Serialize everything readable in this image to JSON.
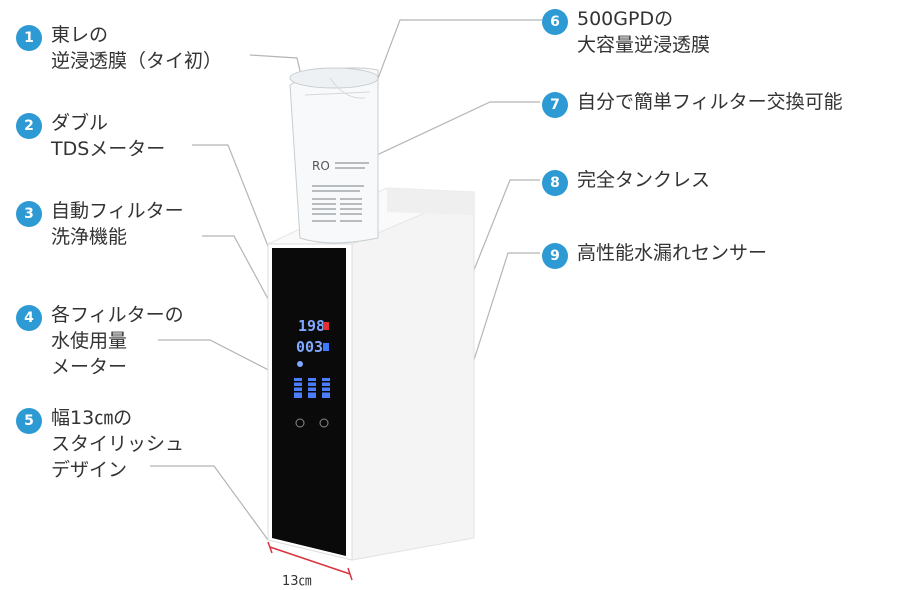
{
  "accent_color": "#2e9ad4",
  "callouts": [
    {
      "num": "1",
      "lines": [
        "東レの",
        "逆浸透膜（タイ初）"
      ]
    },
    {
      "num": "2",
      "lines": [
        "ダブル",
        "TDSメーター"
      ]
    },
    {
      "num": "3",
      "lines": [
        "自動フィルター",
        "洗浄機能"
      ]
    },
    {
      "num": "4",
      "lines": [
        "各フィルターの",
        "水使用量",
        "メーター"
      ]
    },
    {
      "num": "5",
      "lines": [
        "幅13㎝の",
        "スタイリッシュ",
        "デザイン"
      ]
    },
    {
      "num": "6",
      "lines": [
        "500GPDの",
        "大容量逆浸透膜"
      ]
    },
    {
      "num": "7",
      "lines": [
        "自分で簡単フィルター交換可能"
      ]
    },
    {
      "num": "8",
      "lines": [
        "完全タンクレス"
      ]
    },
    {
      "num": "9",
      "lines": [
        "高性能水漏れセンサー"
      ]
    }
  ],
  "display": {
    "tds_in": "198",
    "tds_out": "003"
  },
  "filter_cartridge": {
    "logo": "RO"
  },
  "width_dimension": "13㎝"
}
